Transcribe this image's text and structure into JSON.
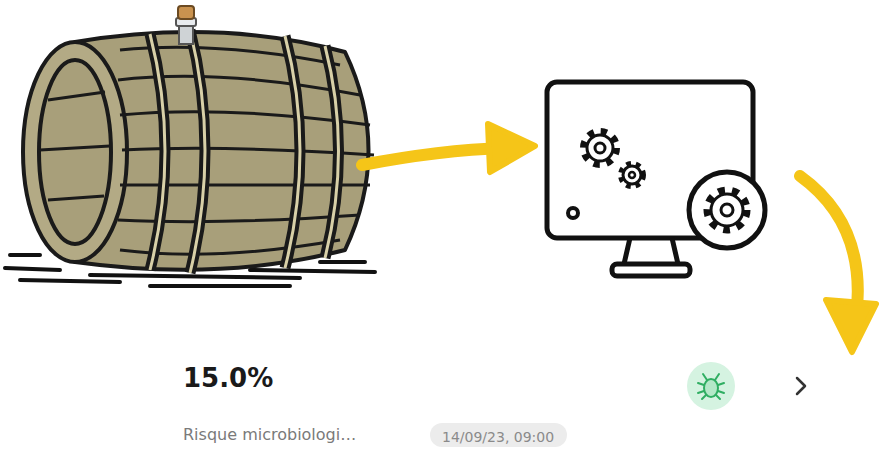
{
  "diagram": {
    "nodes": [
      {
        "text": [
          "14/09/23, 09:00"
        ]
      }
    ],
    "labels": [
      "15.0%",
      "Risque microbiologi…"
    ]
  }
}
